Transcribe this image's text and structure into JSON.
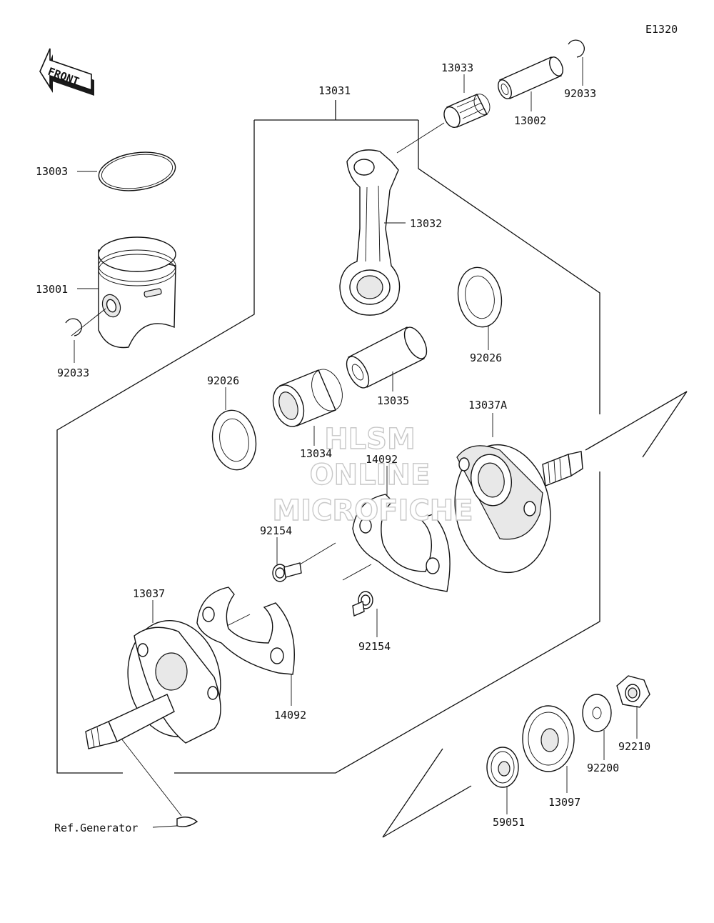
{
  "diagram_id": "E1320",
  "front_label": "FRONT",
  "reference_label": "Ref.Generator",
  "watermark": [
    "HLSM",
    "ONLINE",
    "MICROFICHE"
  ],
  "part_labels": {
    "p13031": "13031",
    "p13033": "13033",
    "p92033_top": "92033",
    "p13002": "13002",
    "p13003": "13003",
    "p13032": "13032",
    "p13001": "13001",
    "p92033_left": "92033",
    "p92026_right": "92026",
    "p92026_left": "92026",
    "p13035": "13035",
    "p13034": "13034",
    "p13037A": "13037A",
    "p14092_top": "14092",
    "p92154_left": "92154",
    "p92154_right": "92154",
    "p13037": "13037",
    "p14092_bottom": "14092",
    "p92210": "92210",
    "p92200": "92200",
    "p13097": "13097",
    "p59051": "59051"
  }
}
